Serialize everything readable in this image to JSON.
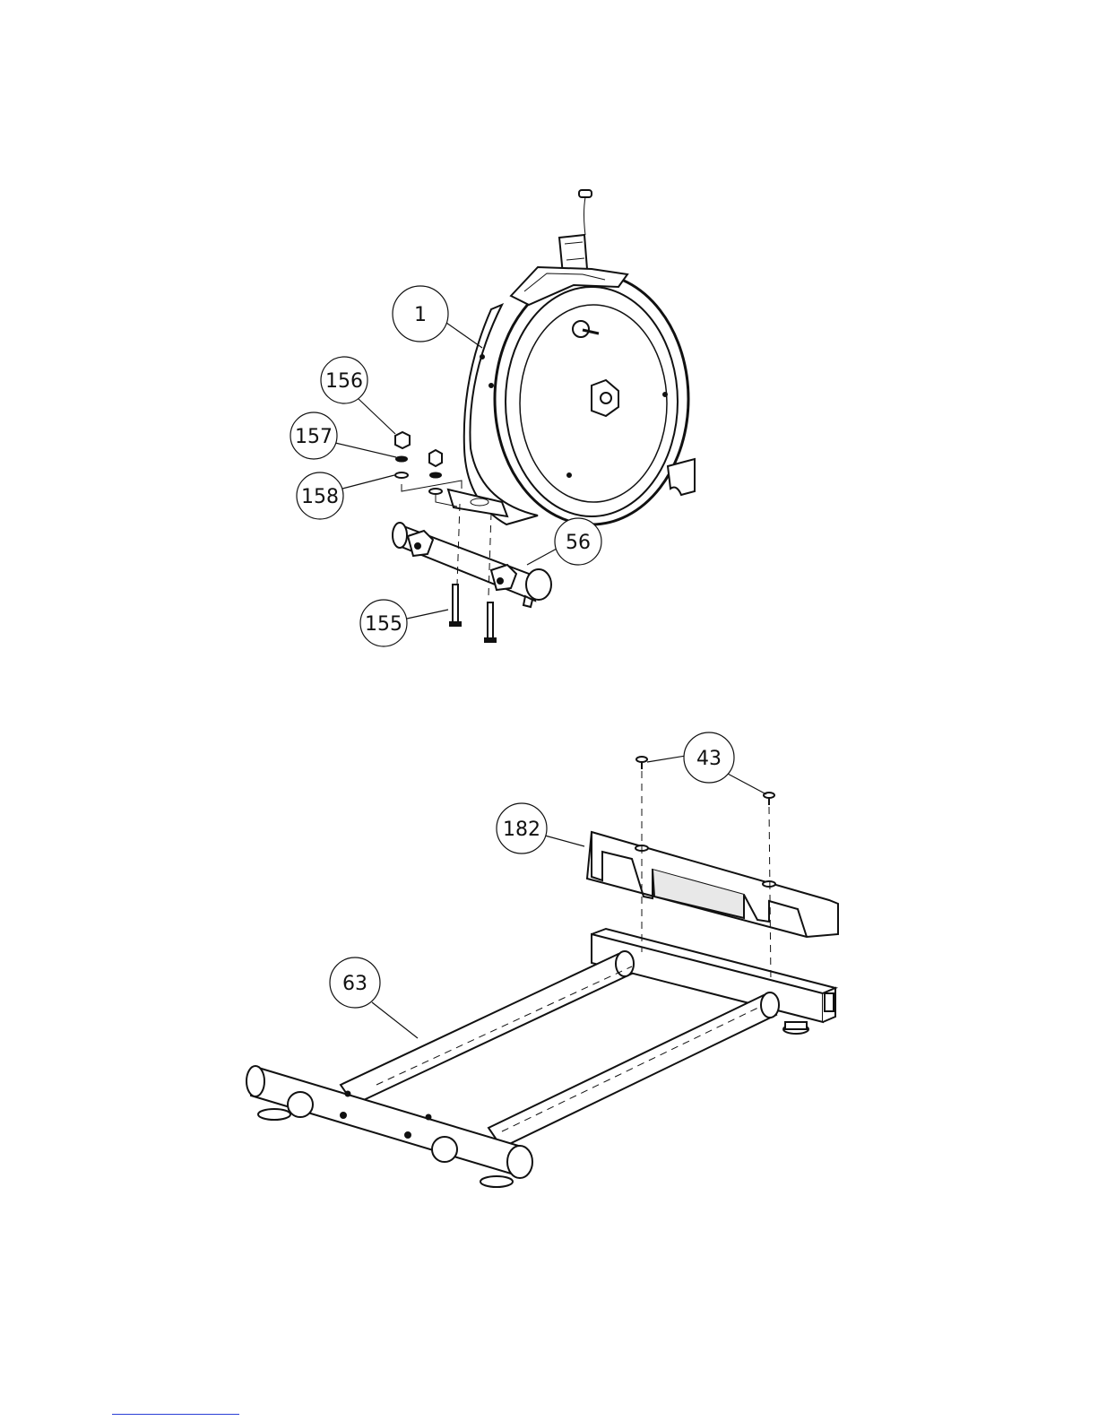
{
  "callouts": {
    "c1": "1",
    "c156": "156",
    "c157": "157",
    "c158": "158",
    "c56": "56",
    "c155": "155",
    "c43": "43",
    "c182": "182",
    "c63": "63"
  },
  "colors": {
    "line": "#111111",
    "fill_light": "#ffffff",
    "fill_shade": "#e8e8e8",
    "footnote_rule": "#2a3fd6"
  }
}
